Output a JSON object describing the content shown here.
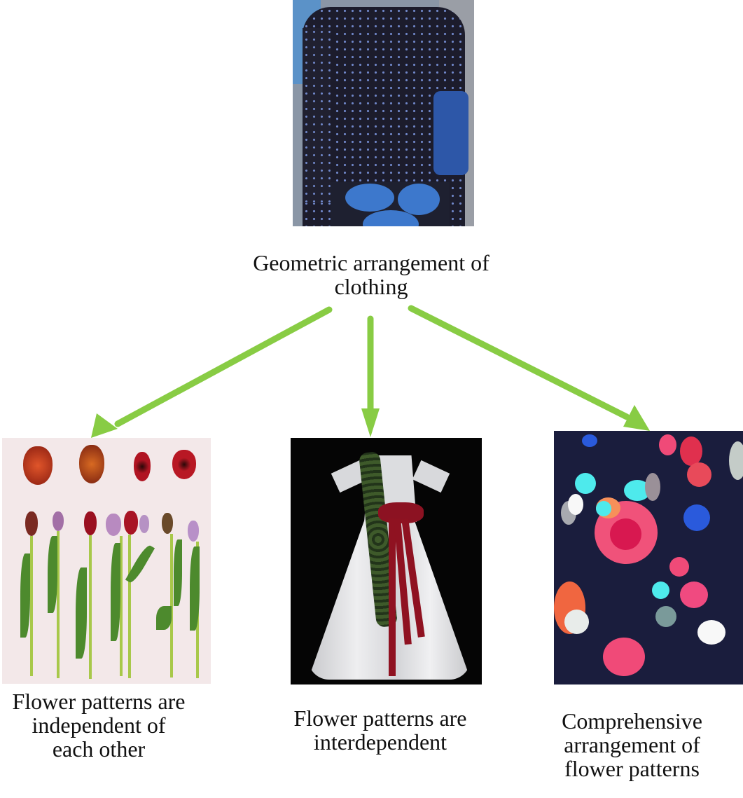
{
  "diagram": {
    "root": {
      "image_subject": "Model wearing dark blue polka-dot jacket with large blue circle pattern skirt",
      "caption_line1": "Geometric arrangement of",
      "caption_line2": "clothing"
    },
    "children": [
      {
        "image_subject": "Tulips and tulip heads laid out separately on pale pink background",
        "caption_lines": [
          "Flower patterns are",
          "independent of",
          "each other"
        ]
      },
      {
        "image_subject": "White full-skirted dress with ivy vine and red ribbon bow on black background",
        "caption_lines": [
          "Flower patterns are",
          "interdependent"
        ]
      },
      {
        "image_subject": "Dense multicolor floral print on navy background",
        "caption_lines": [
          "Comprehensive",
          "arrangement of",
          "flower patterns"
        ]
      }
    ],
    "arrows": [
      {
        "from": "root",
        "to": "children.0",
        "color": "#88cc44"
      },
      {
        "from": "root",
        "to": "children.1",
        "color": "#88cc44"
      },
      {
        "from": "root",
        "to": "children.2",
        "color": "#88cc44"
      }
    ]
  },
  "colors": {
    "arrow": "#88cc44",
    "text": "#111111",
    "background": "#ffffff"
  }
}
